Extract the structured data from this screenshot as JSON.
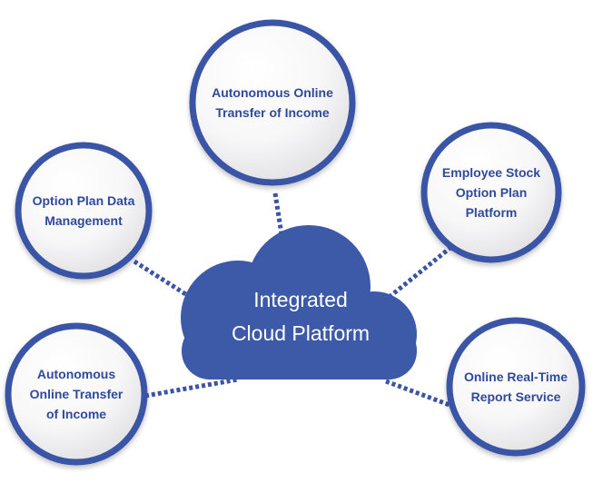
{
  "colors": {
    "ring": "#3a54a6",
    "node_text": "#2f4a9c",
    "cloud_fill": "#3d5aa8",
    "cloud_text": "#ffffff",
    "connector": "#3a54a6"
  },
  "cloud": {
    "line1": "Integrated",
    "line2": "Cloud Platform"
  },
  "nodes": [
    {
      "id": "top",
      "lines": [
        "Autonomous Online",
        "Transfer of Income"
      ]
    },
    {
      "id": "upper-left",
      "lines": [
        "Option Plan Data",
        "Management"
      ]
    },
    {
      "id": "upper-right",
      "lines": [
        "Employee Stock",
        "Option Plan",
        "Platform"
      ]
    },
    {
      "id": "lower-left",
      "lines": [
        "Autonomous",
        "Online Transfer",
        "of Income"
      ]
    },
    {
      "id": "lower-right",
      "lines": [
        "Online Real-Time",
        "Report Service"
      ]
    }
  ]
}
